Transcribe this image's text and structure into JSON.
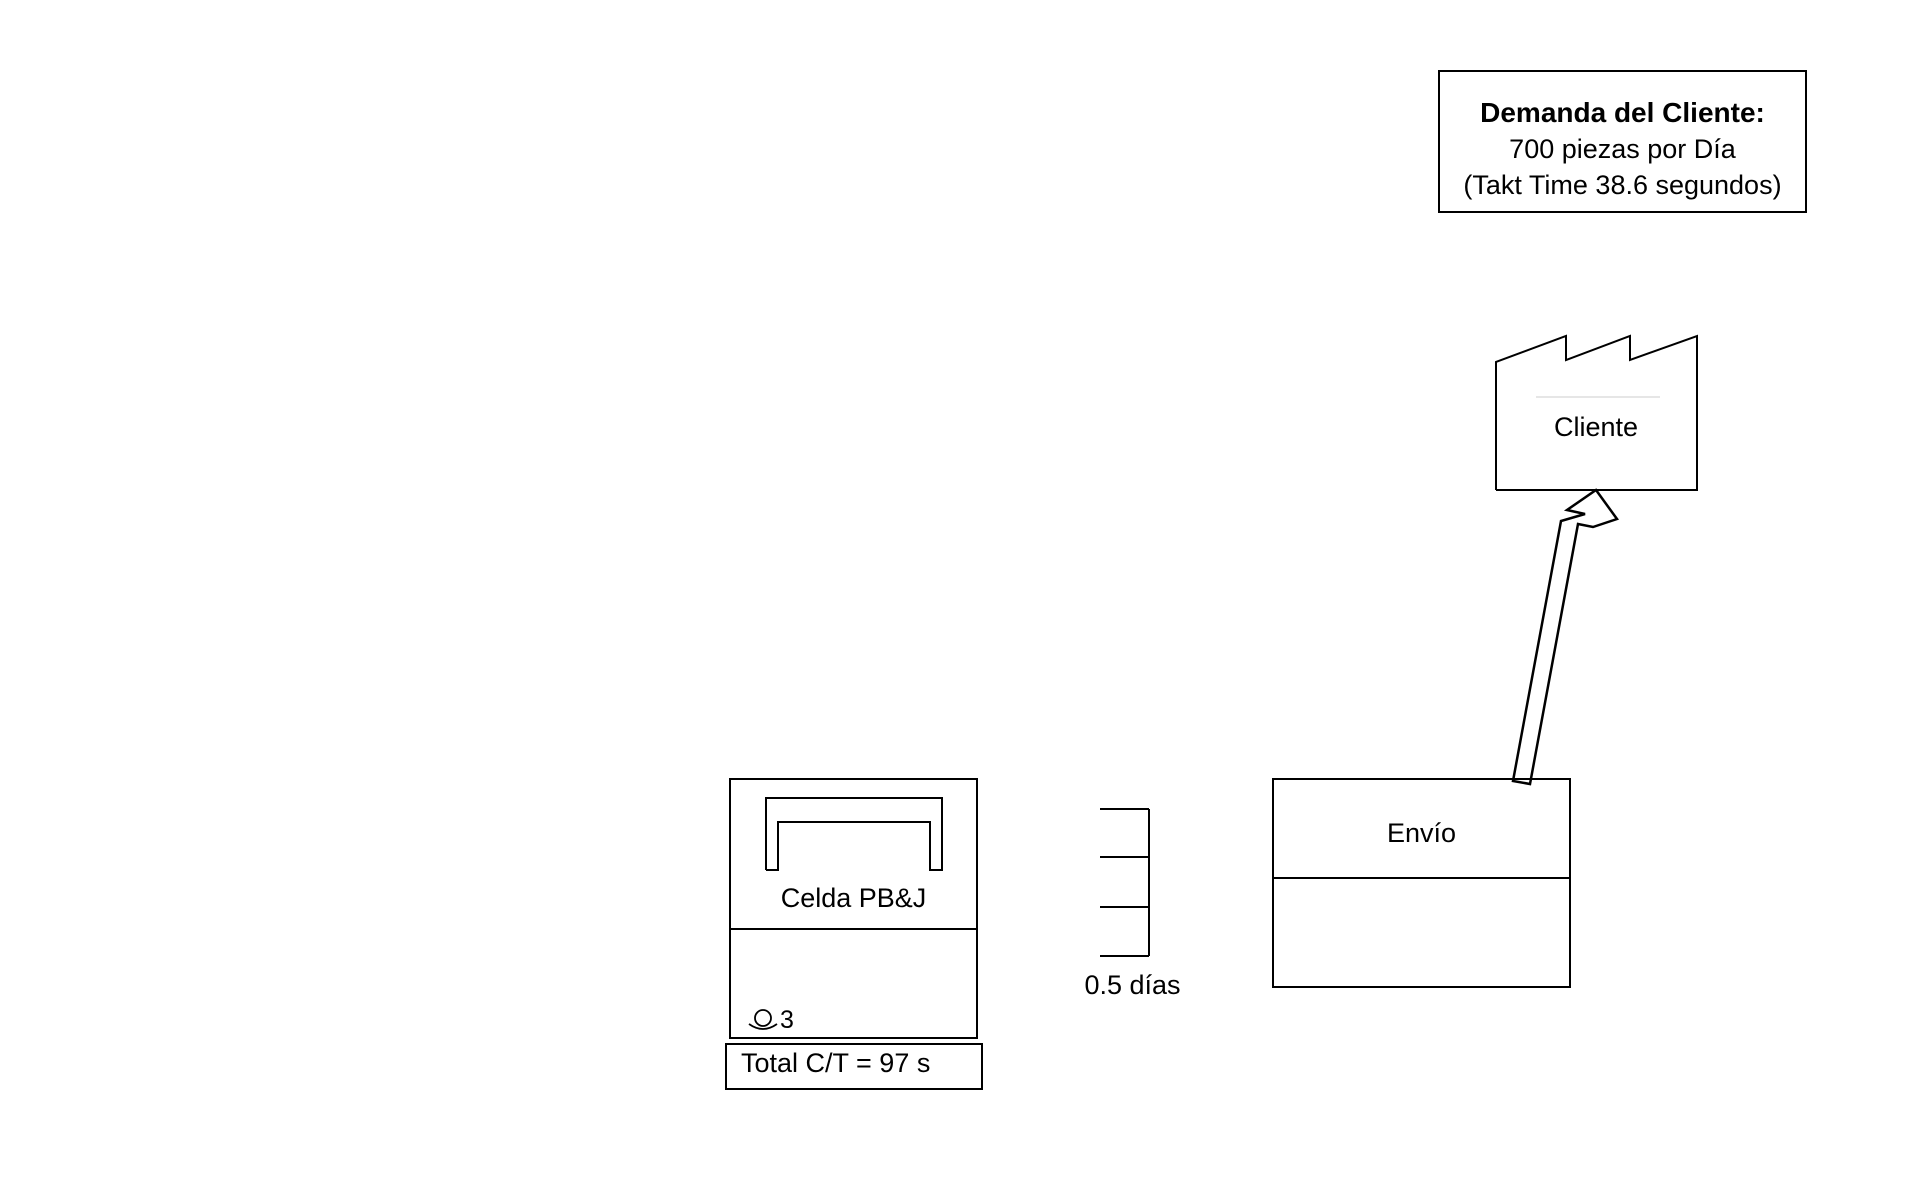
{
  "demand": {
    "title": "Demanda del Cliente:",
    "line1": "700 piezas por Día",
    "line2": "(Takt Time 38.6 segundos)"
  },
  "customer": {
    "label": "Cliente"
  },
  "shipping": {
    "label": "Envío"
  },
  "process": {
    "label": "Celda PB&J",
    "operators": "3",
    "cycle_time": "Total C/T = 97 s"
  },
  "inventory": {
    "label": "0.5 días"
  },
  "icons": {
    "customer": "factory-icon",
    "operator": "operator-icon",
    "inventory": "inventory-stack-icon",
    "shipment": "push-arrow-icon",
    "process": "process-bracket-icon"
  }
}
